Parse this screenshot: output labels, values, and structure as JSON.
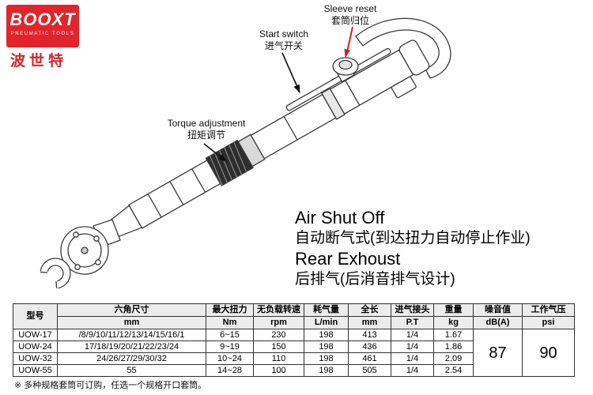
{
  "colors": {
    "brand_red": "#e3242b",
    "arrow_red": "#cc2222",
    "table_header_bg": "#ececec"
  },
  "logo": {
    "brand": "BOOXT",
    "subtitle": "PNEUMATIC TOOLS",
    "chinese": "波世特"
  },
  "callouts": {
    "torque": {
      "en": "Torque adjustment",
      "cn": "扭矩调节"
    },
    "start": {
      "en": "Start switch",
      "cn": "进气开关"
    },
    "sleeve": {
      "en": "Sleeve reset",
      "cn": "套筒归位"
    }
  },
  "features": {
    "air_shut_off_en": "Air Shut Off",
    "air_shut_off_cn": "自动断气式(到达扭力自动停止作业)",
    "rear_exhaust_en": "Rear Exhoust",
    "rear_exhaust_cn": "后排气(后消音排气设计)"
  },
  "table": {
    "columns": [
      {
        "label": "型号",
        "unit": ""
      },
      {
        "label": "六角尺寸",
        "unit": "mm"
      },
      {
        "label": "最大扭力",
        "unit": "Nm"
      },
      {
        "label": "无负载转速",
        "unit": "rpm"
      },
      {
        "label": "耗气量",
        "unit": "L/min"
      },
      {
        "label": "全长",
        "unit": "mm"
      },
      {
        "label": "进气接头",
        "unit": "P.T"
      },
      {
        "label": "重量",
        "unit": "kg"
      },
      {
        "label": "噪音值",
        "unit": "dB(A)"
      },
      {
        "label": "工作气压",
        "unit": "psi"
      }
    ],
    "rows": [
      {
        "model": "UOW-17",
        "hex": "/8/9/10/11/12/13/14/15/16/1",
        "torque": "6~15",
        "speed": "230",
        "air": "198",
        "length": "413",
        "inlet": "1/4",
        "weight": "1.67"
      },
      {
        "model": "UOW-24",
        "hex": "17/18/19/20/21/22/23/24",
        "torque": "9~19",
        "speed": "150",
        "air": "198",
        "length": "436",
        "inlet": "1/4",
        "weight": "1.86"
      },
      {
        "model": "UOW-32",
        "hex": "24/26/27/29/30/32",
        "torque": "10~24",
        "speed": "110",
        "air": "198",
        "length": "461",
        "inlet": "1/4",
        "weight": "2.09"
      },
      {
        "model": "UOW-55",
        "hex": "55",
        "torque": "14~28",
        "speed": "100",
        "air": "198",
        "length": "505",
        "inlet": "1/4",
        "weight": "2.54"
      }
    ],
    "noise_value": "87",
    "pressure_value": "90"
  },
  "footnote": "※ 多种规格套筒可订购，任选一个规格开口套筒。"
}
